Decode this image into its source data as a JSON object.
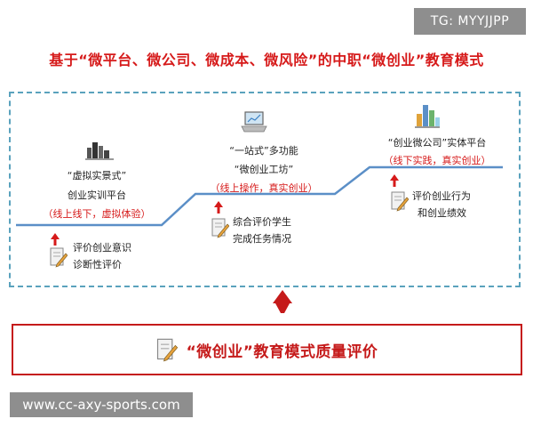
{
  "watermark_top": "TG: MYYJJPP",
  "title": "基于“微平台、微公司、微成本、微风险”的中职“微创业”教育模式",
  "stages": [
    {
      "name": "“虚拟实景式”",
      "desc": "创业实训平台",
      "note": "（线上线下，虚拟体验）",
      "eval_line1": "评价创业意识",
      "eval_line2": "诊断性评价",
      "icon": "city-buildings-icon"
    },
    {
      "name": "“一站式”多功能",
      "desc": "“微创业工坊”",
      "note": "（线上操作，真实创业）",
      "eval_line1": "综合评价学生",
      "eval_line2": "完成任务情况",
      "icon": "laptop-icon"
    },
    {
      "name": "“创业微公司”实体平台",
      "note": "（线下实践，真实创业）",
      "eval_line1": "评价创业行为",
      "eval_line2": "和创业绩效",
      "icon": "bar-chart-icon"
    }
  ],
  "bottom_label": "“微创业”教育模式质量评价",
  "watermark_bottom": "www.cc-axy-sports.com",
  "colors": {
    "accent_red": "#d61a1a",
    "step_line": "#5b8fc7",
    "dash_border": "#5aa2bd"
  }
}
